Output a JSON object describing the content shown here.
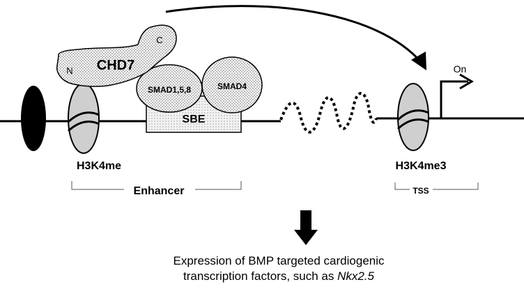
{
  "labels": {
    "chd7": "CHD7",
    "chd7_n": "N",
    "chd7_c": "C",
    "smad158": "SMAD1,5,8",
    "smad4": "SMAD4",
    "sbe": "SBE",
    "h3k4me": "H3K4me",
    "h3k4me3": "H3K4me3",
    "on": "On",
    "enhancer": "Enhancer",
    "tss": "TSS"
  },
  "caption": {
    "line1": "Expression of BMP targeted cardiogenic",
    "line2_prefix": "transcription factors, such as ",
    "line2_gene": "Nkx2.5"
  },
  "colors": {
    "nucleosome_fill": "#cfcfcf",
    "smad_fill": "#e8e8e8",
    "outline": "#000000"
  }
}
